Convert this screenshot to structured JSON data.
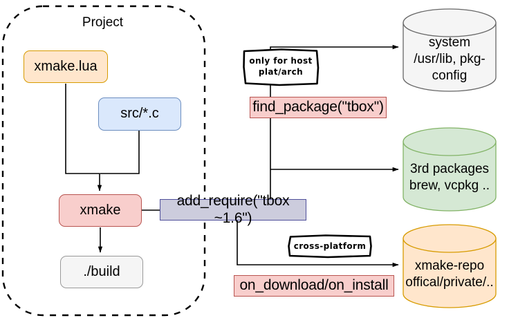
{
  "diagram": {
    "title_label": "Project",
    "colors": {
      "lua_fill": "#ffe6cc",
      "lua_stroke": "#d79b00",
      "src_fill": "#dae8fc",
      "src_stroke": "#6c8ebf",
      "xmake_fill": "#f8cecc",
      "xmake_stroke": "#b85450",
      "build_fill": "#f5f5f5",
      "build_stroke": "#999999",
      "require_fill": "#ccccdd",
      "require_stroke": "#50509b",
      "find_fill": "#f8cecc",
      "find_stroke": "#b85450",
      "hook_fill": "#f8cecc",
      "hook_stroke": "#b85450",
      "system_fill": "#f5f5f5",
      "system_stroke": "#666666",
      "third_fill": "#d5e8d4",
      "third_stroke": "#82b366",
      "repo_fill": "#ffe6cc",
      "repo_stroke": "#d79b00",
      "edge": "#000000",
      "dashed_border": "#000000"
    },
    "nodes": {
      "xmake_lua": "xmake.lua",
      "src_c": "src/*.c",
      "xmake": "xmake",
      "build": "./build",
      "add_require": "add_require(\"tbox ~1.6\")",
      "find_package": "find_package(\"tbox\")",
      "on_hooks": "on_download/on_install",
      "note_host": "only for host\nplat/arch",
      "note_cross": "cross-platform"
    },
    "stores": {
      "system": "system\n/usr/lib, pkg-config",
      "third_party": "3rd packages\nbrew, vcpkg ..",
      "repo": "xmake-repo\noffical/private/.."
    }
  }
}
